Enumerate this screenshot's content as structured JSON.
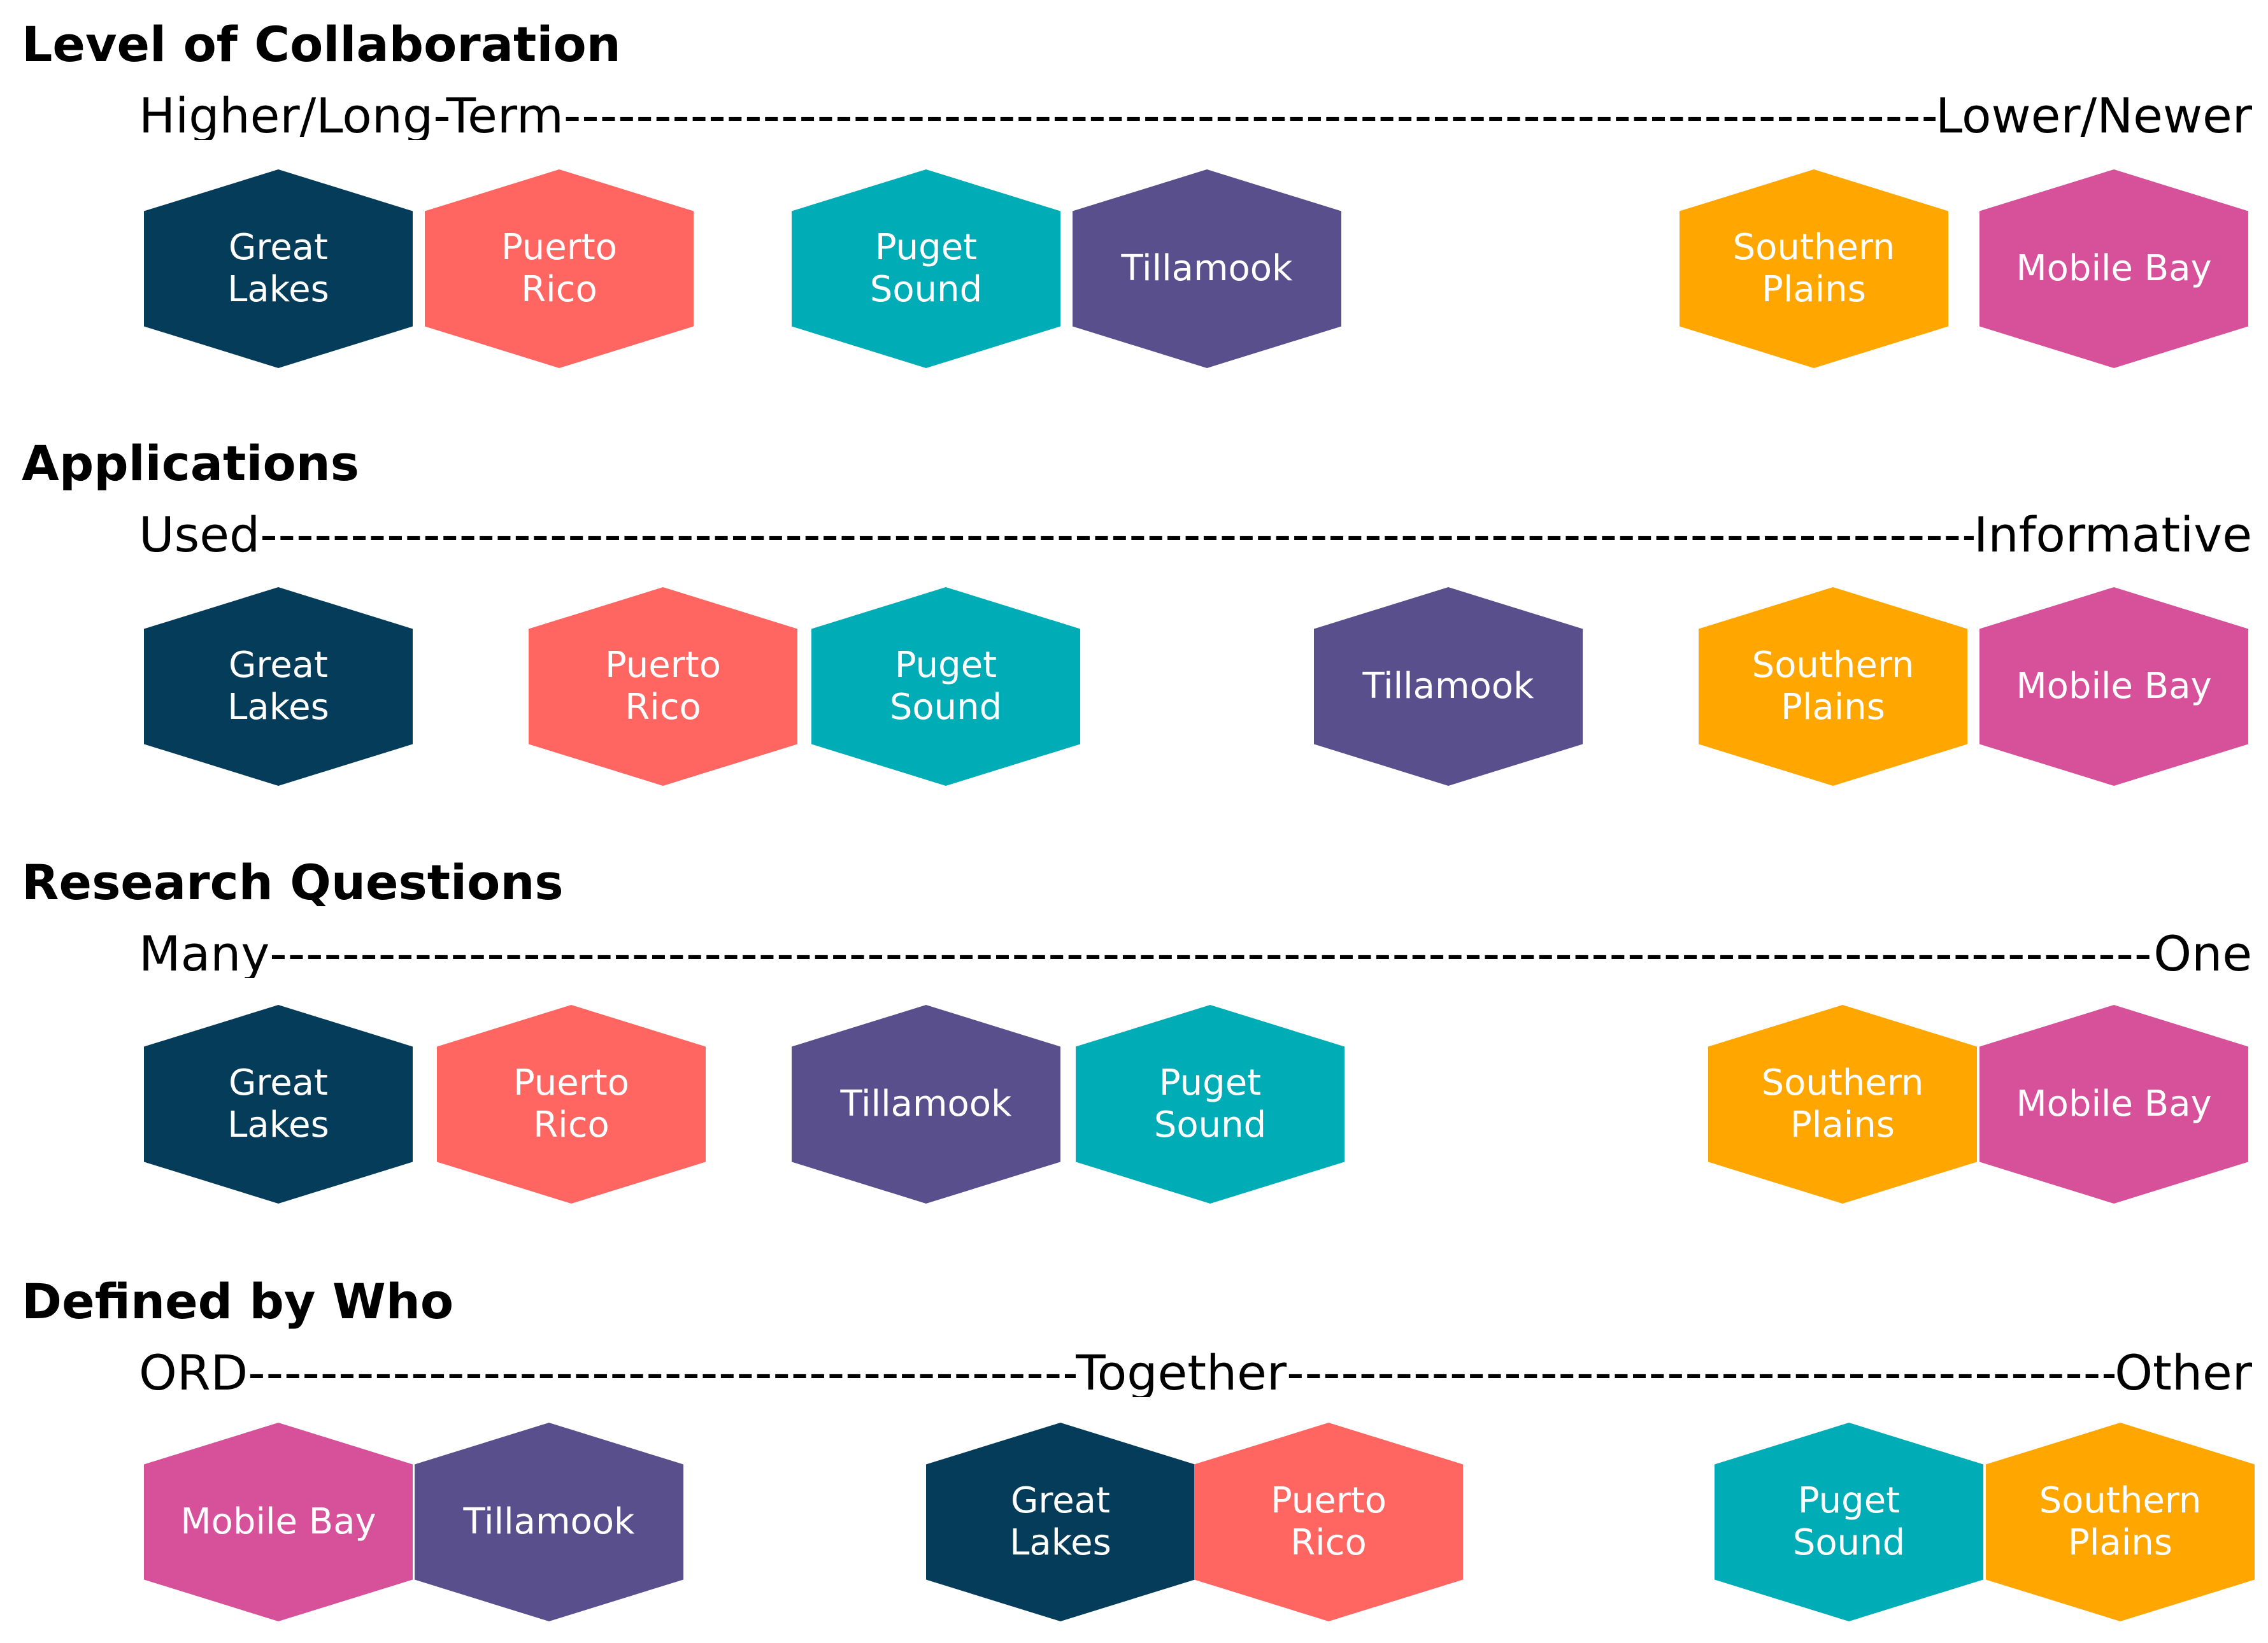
{
  "colors": {
    "Great Lakes": "#043C5A",
    "Puerto Rico": "#FF6662",
    "Puget Sound": "#00ACB5",
    "Tillamook": "#594F8C",
    "Southern Plains": "#FFA600",
    "Mobile Bay": "#D65199"
  },
  "sections": [
    {
      "title": "Level of Collaboration",
      "left_label": "Higher/Long-Term",
      "middle_label": "",
      "right_label": "Lower/Newer",
      "items": [
        {
          "label": "Great\nLakes",
          "site": "Great Lakes"
        },
        {
          "label": "Puerto\nRico",
          "site": "Puerto Rico"
        },
        {
          "label": "Puget\nSound",
          "site": "Puget Sound"
        },
        {
          "label": "Tillamook",
          "site": "Tillamook"
        },
        {
          "label": "Southern\nPlains",
          "site": "Southern Plains"
        },
        {
          "label": "Mobile Bay",
          "site": "Mobile Bay"
        }
      ]
    },
    {
      "title": "Applications",
      "left_label": "Used",
      "middle_label": "",
      "right_label": "Informative",
      "items": [
        {
          "label": "Great\nLakes",
          "site": "Great Lakes"
        },
        {
          "label": "Puerto\nRico",
          "site": "Puerto Rico"
        },
        {
          "label": "Puget\nSound",
          "site": "Puget Sound"
        },
        {
          "label": "Tillamook",
          "site": "Tillamook"
        },
        {
          "label": "Southern\nPlains",
          "site": "Southern Plains"
        },
        {
          "label": "Mobile Bay",
          "site": "Mobile Bay"
        }
      ]
    },
    {
      "title": "Research Questions",
      "left_label": "Many",
      "middle_label": "",
      "right_label": "One",
      "items": [
        {
          "label": "Great\nLakes",
          "site": "Great Lakes"
        },
        {
          "label": "Puerto\nRico",
          "site": "Puerto Rico"
        },
        {
          "label": "Tillamook",
          "site": "Tillamook"
        },
        {
          "label": "Puget\nSound",
          "site": "Puget Sound"
        },
        {
          "label": "Southern\nPlains",
          "site": "Southern Plains"
        },
        {
          "label": "Mobile Bay",
          "site": "Mobile Bay"
        }
      ]
    },
    {
      "title": "Defined by Who",
      "left_label": "ORD",
      "middle_label": "Together",
      "right_label": "Other",
      "items": [
        {
          "label": "Mobile Bay",
          "site": "Mobile Bay"
        },
        {
          "label": "Tillamook",
          "site": "Tillamook"
        },
        {
          "label": "Great\nLakes",
          "site": "Great Lakes"
        },
        {
          "label": "Puerto\nRico",
          "site": "Puerto Rico"
        },
        {
          "label": "Puget\nSound",
          "site": "Puget Sound"
        },
        {
          "label": "Southern\nPlains",
          "site": "Southern Plains"
        }
      ]
    }
  ]
}
